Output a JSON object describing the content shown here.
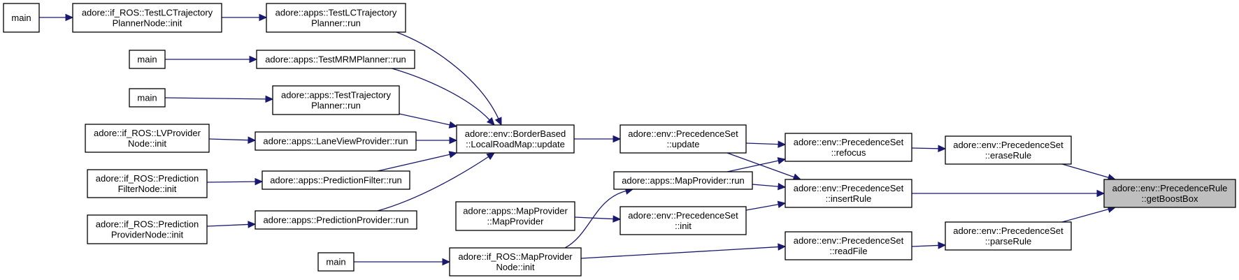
{
  "graph": {
    "type": "call-graph",
    "direction": "right-to-left callers",
    "focus_node": "getBoostBox",
    "colors": {
      "edge": "#191970",
      "node_border": "#000000",
      "node_fill": "#ffffff",
      "focus_fill": "#bfbfbf"
    },
    "nodes": [
      {
        "id": "main1",
        "lines": [
          "main"
        ]
      },
      {
        "id": "tlcInit",
        "lines": [
          "adore::if_ROS::TestLCTrajectory",
          "PlannerNode::init"
        ]
      },
      {
        "id": "tlcRun",
        "lines": [
          "adore::apps::TestLCTrajectory",
          "Planner::run"
        ]
      },
      {
        "id": "main2",
        "lines": [
          "main"
        ]
      },
      {
        "id": "mrmRun",
        "lines": [
          "adore::apps::TestMRMPlanner::run"
        ]
      },
      {
        "id": "main3",
        "lines": [
          "main"
        ]
      },
      {
        "id": "ttpRun",
        "lines": [
          "adore::apps::TestTrajectory",
          "Planner::run"
        ]
      },
      {
        "id": "lvInit",
        "lines": [
          "adore::if_ROS::LVProvider",
          "Node::init"
        ]
      },
      {
        "id": "lvRun",
        "lines": [
          "adore::apps::LaneViewProvider::run"
        ]
      },
      {
        "id": "pfInit",
        "lines": [
          "adore::if_ROS::Prediction",
          "FilterNode::init"
        ]
      },
      {
        "id": "pfRun",
        "lines": [
          "adore::apps::PredictionFilter::run"
        ]
      },
      {
        "id": "ppInit",
        "lines": [
          "adore::if_ROS::Prediction",
          "ProviderNode::init"
        ]
      },
      {
        "id": "ppRun",
        "lines": [
          "adore::apps::PredictionProvider::run"
        ]
      },
      {
        "id": "lrmUpdate",
        "lines": [
          "adore::env::BorderBased",
          "::LocalRoadMap::update"
        ]
      },
      {
        "id": "mpCtor",
        "lines": [
          "adore::apps::MapProvider",
          "::MapProvider"
        ]
      },
      {
        "id": "main4",
        "lines": [
          "main"
        ]
      },
      {
        "id": "mpnInit",
        "lines": [
          "adore::if_ROS::MapProvider",
          "Node::init"
        ]
      },
      {
        "id": "psUpdate",
        "lines": [
          "adore::env::PrecedenceSet",
          "::update"
        ]
      },
      {
        "id": "mpRun",
        "lines": [
          "adore::apps::MapProvider::run"
        ]
      },
      {
        "id": "psInit",
        "lines": [
          "adore::env::PrecedenceSet",
          "::init"
        ]
      },
      {
        "id": "psRefocus",
        "lines": [
          "adore::env::PrecedenceSet",
          "::refocus"
        ]
      },
      {
        "id": "psInsert",
        "lines": [
          "adore::env::PrecedenceSet",
          "::insertRule"
        ]
      },
      {
        "id": "psRead",
        "lines": [
          "adore::env::PrecedenceSet",
          "::readFile"
        ]
      },
      {
        "id": "psErase",
        "lines": [
          "adore::env::PrecedenceSet",
          "::eraseRule"
        ]
      },
      {
        "id": "psParse",
        "lines": [
          "adore::env::PrecedenceSet",
          "::parseRule"
        ]
      },
      {
        "id": "getBoostBox",
        "lines": [
          "adore::env::PrecedenceRule",
          "::getBoostBox"
        ],
        "focus": true
      }
    ],
    "edges": [
      {
        "from": "main1",
        "to": "tlcInit"
      },
      {
        "from": "tlcInit",
        "to": "tlcRun"
      },
      {
        "from": "main2",
        "to": "mrmRun"
      },
      {
        "from": "main3",
        "to": "ttpRun"
      },
      {
        "from": "lvInit",
        "to": "lvRun"
      },
      {
        "from": "pfInit",
        "to": "pfRun"
      },
      {
        "from": "ppInit",
        "to": "ppRun"
      },
      {
        "from": "tlcRun",
        "to": "lrmUpdate"
      },
      {
        "from": "mrmRun",
        "to": "lrmUpdate"
      },
      {
        "from": "ttpRun",
        "to": "lrmUpdate"
      },
      {
        "from": "lvRun",
        "to": "lrmUpdate"
      },
      {
        "from": "pfRun",
        "to": "lrmUpdate"
      },
      {
        "from": "ppRun",
        "to": "lrmUpdate"
      },
      {
        "from": "lrmUpdate",
        "to": "psUpdate"
      },
      {
        "from": "main4",
        "to": "mpnInit"
      },
      {
        "from": "mpnInit",
        "to": "mpRun"
      },
      {
        "from": "mpnInit",
        "to": "psRead"
      },
      {
        "from": "mpCtor",
        "to": "psInit"
      },
      {
        "from": "psUpdate",
        "to": "psRefocus"
      },
      {
        "from": "psUpdate",
        "to": "psInsert"
      },
      {
        "from": "mpRun",
        "to": "psRefocus"
      },
      {
        "from": "mpRun",
        "to": "psInsert"
      },
      {
        "from": "psInit",
        "to": "psInsert"
      },
      {
        "from": "psRefocus",
        "to": "psErase"
      },
      {
        "from": "psRead",
        "to": "psParse"
      },
      {
        "from": "psErase",
        "to": "getBoostBox"
      },
      {
        "from": "psInsert",
        "to": "getBoostBox"
      },
      {
        "from": "psParse",
        "to": "getBoostBox"
      }
    ]
  }
}
